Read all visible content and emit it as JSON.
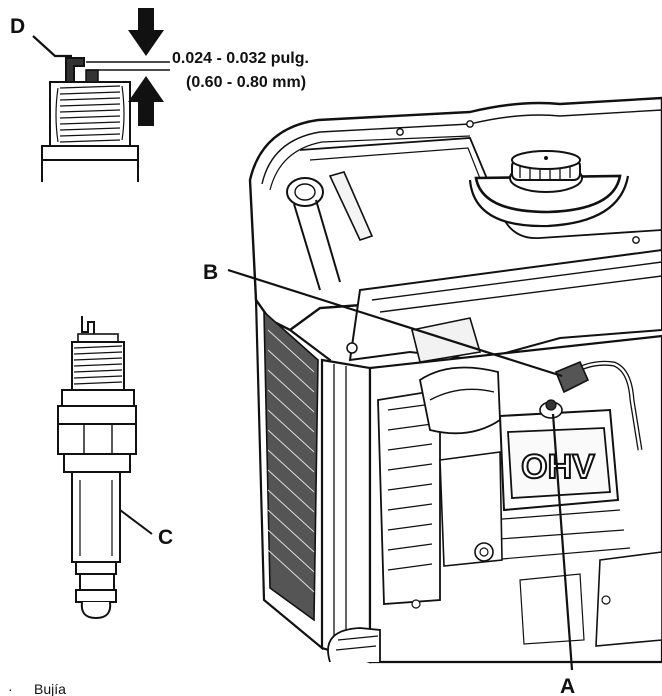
{
  "callouts": {
    "a": "A",
    "b": "B",
    "c": "C",
    "d": "D"
  },
  "gap_spec": {
    "imperial": "0.024 - 0.032 pulg.",
    "metric": "(0.60 - 0.80 mm)"
  },
  "engine_label": "OHV",
  "caption": "Bujía"
}
